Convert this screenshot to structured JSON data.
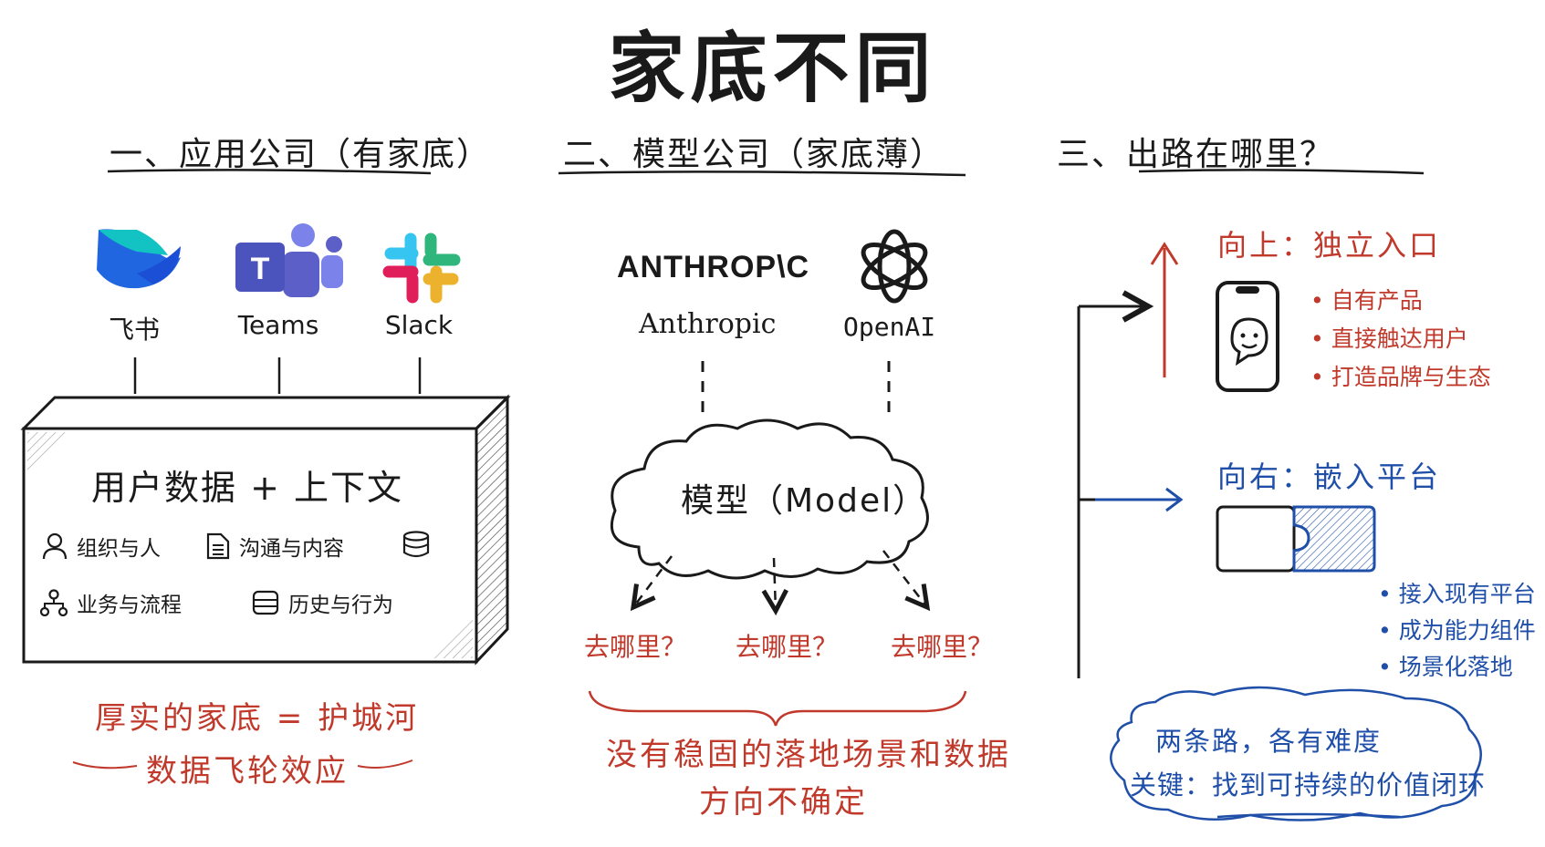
{
  "title": "家底不同",
  "sections": {
    "app": {
      "heading": "一、应用公司（有家底）",
      "logos": [
        {
          "label": "飞书",
          "icon": "feishu-logo-icon"
        },
        {
          "label": "Teams",
          "icon": "teams-logo-icon"
        },
        {
          "label": "Slack",
          "icon": "slack-logo-icon"
        }
      ],
      "box_title": "用户数据 + 上下文",
      "box_items": [
        {
          "label": "组织与人",
          "icon": "person-icon"
        },
        {
          "label": "沟通与内容",
          "icon": "document-icon"
        },
        {
          "label": "",
          "icon": "database-icon"
        },
        {
          "label": "业务与流程",
          "icon": "org-chart-icon"
        },
        {
          "label": "历史与行为",
          "icon": "storage-icon"
        }
      ],
      "conclusion_1": "厚实的家底 = 护城河",
      "conclusion_2": "数据飞轮效应"
    },
    "model": {
      "heading": "二、模型公司（家底薄）",
      "logos": [
        {
          "wordmark": "ANTHROP\\C",
          "label": "Anthropic",
          "icon": "anthropic-logo-icon"
        },
        {
          "label": "OpenAI",
          "icon": "openai-logo-icon"
        }
      ],
      "cloud_label": "模型（Model）",
      "where": [
        "去哪里？",
        "去哪里？",
        "去哪里？"
      ],
      "conclusion_1": "没有稳固的落地场景和数据",
      "conclusion_2": "方向不确定"
    },
    "way": {
      "heading": "三、出路在哪里？",
      "up": {
        "heading": "向上：独立入口",
        "bullets": [
          "自有产品",
          "直接触达用户",
          "打造品牌与生态"
        ]
      },
      "right": {
        "heading": "向右：嵌入平台",
        "bullets": [
          "接入现有平台",
          "成为能力组件",
          "场景化落地"
        ]
      },
      "note_1": "两条路，各有难度",
      "note_2": "关键：找到可持续的价值闭环"
    }
  },
  "colors": {
    "ink": "#1a1a1a",
    "red": "#c0392b",
    "blue": "#1f4fa8",
    "feishu_blue": "#1f66e0",
    "feishu_teal": "#13c2c2",
    "teams_purple": "#5b5fc7",
    "slack_blue": "#36c5f0",
    "slack_green": "#2eb67d",
    "slack_yellow": "#ecb22e",
    "slack_red": "#e01e5a"
  }
}
